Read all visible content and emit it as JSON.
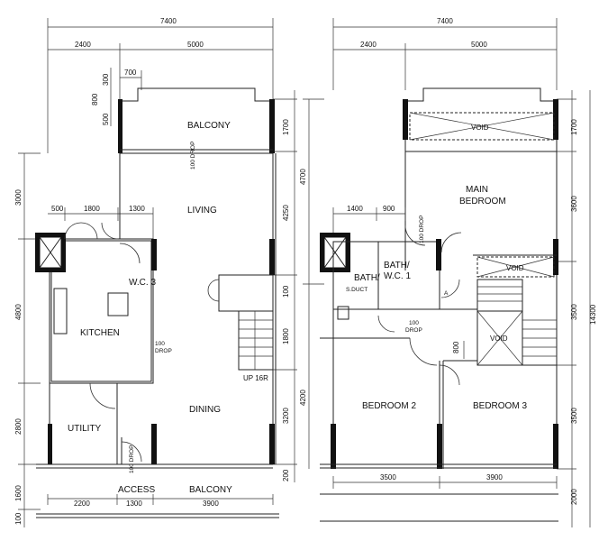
{
  "lower_floor": {
    "top_dims": {
      "total": "7400",
      "left": "2400",
      "right": "5000"
    },
    "bay_dims": {
      "w700": "700",
      "h300": "300",
      "h800": "800",
      "h500": "500"
    },
    "left_dims": {
      "d3000": "3000",
      "d4800": "4800",
      "d2800": "2800",
      "d1600": "1600",
      "d100": "100"
    },
    "right_dims": {
      "d1700": "1700",
      "d4250": "4250",
      "d1800": "1800",
      "d3200": "3200",
      "d200": "200"
    },
    "kitchen_dims": {
      "d500": "500",
      "d1800": "1800",
      "d1300": "1300"
    },
    "bottom_dims": {
      "d2200": "2200",
      "d1300": "1300",
      "d3900": "3900"
    },
    "rooms": {
      "balcony_top": "BALCONY",
      "living": "LIVING",
      "kitchen": "KITCHEN",
      "wc": "W.C. 3",
      "dining": "DINING",
      "utility": "UTILITY",
      "access": "ACCESS",
      "balcony_bottom": "BALCONY"
    },
    "notes": {
      "drop1": "100\nDROP",
      "drop2": "100\nDROP",
      "drop3": "100\nDROP",
      "stair": "UP 16R"
    }
  },
  "upper_floor": {
    "top_dims": {
      "total": "7400",
      "left": "2400",
      "right": "5000"
    },
    "left_dims": {
      "d4700": "4700",
      "d4200": "4200"
    },
    "inner_dims": {
      "d1400": "1400",
      "d900": "900",
      "d800": "800"
    },
    "right_dims": {
      "d1700": "1700",
      "d3600": "3600",
      "d3500a": "3500",
      "d3500b": "3500",
      "d2000": "2000"
    },
    "overall": "14300",
    "bottom_dims": {
      "d3500": "3500",
      "d3900": "3900"
    },
    "rooms": {
      "void_top": "VOID",
      "main_bedroom_1": "MAIN",
      "main_bedroom_2": "BEDROOM",
      "bath1_1": "BATH/",
      "bath1_2": "W.C. 1",
      "bath2": "BATH/",
      "void_mid": "VOID",
      "void_stair": "VOID",
      "bedroom2": "BEDROOM 2",
      "bedroom3": "BEDROOM 3"
    },
    "notes": {
      "drop_bath": "100\nDROP",
      "drop_center": "100\nDROP"
    }
  }
}
